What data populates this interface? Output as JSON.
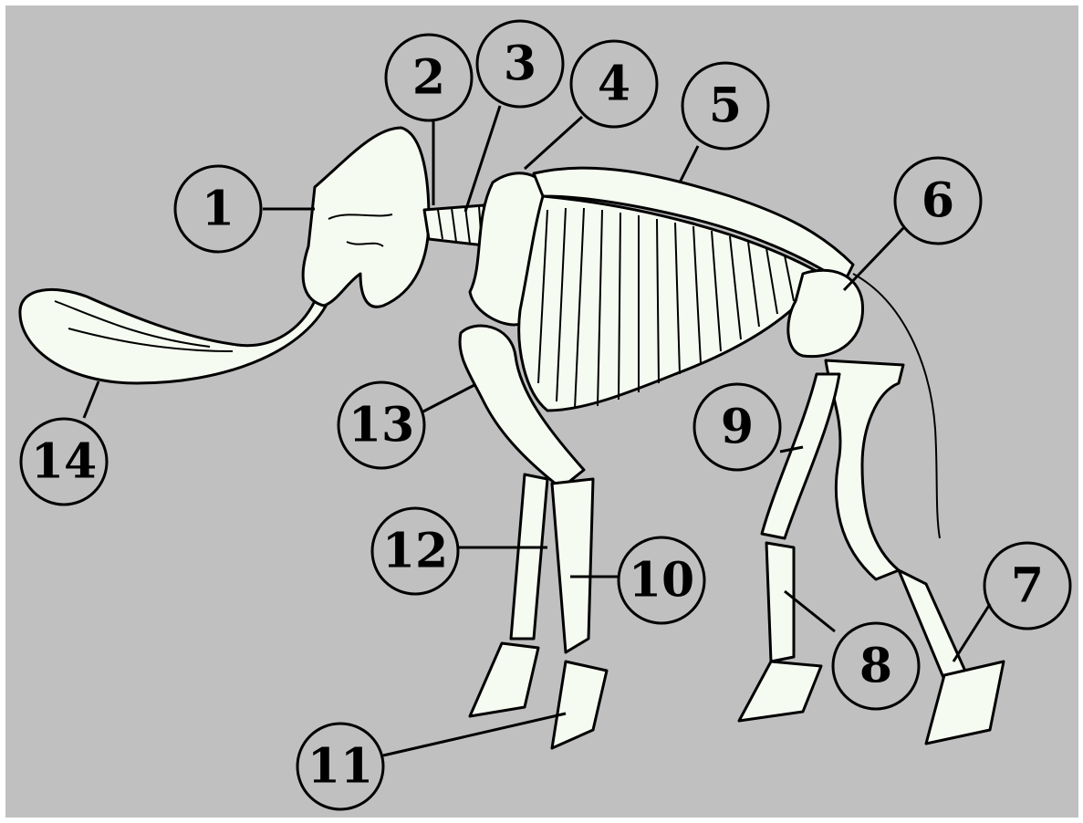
{
  "diagram": {
    "background_color": "#c0c0c0",
    "bone_color": "#f6fbf1",
    "outline_color": "#000000",
    "callouts": [
      {
        "id": 1,
        "label": "1"
      },
      {
        "id": 2,
        "label": "2"
      },
      {
        "id": 3,
        "label": "3"
      },
      {
        "id": 4,
        "label": "4"
      },
      {
        "id": 5,
        "label": "5"
      },
      {
        "id": 6,
        "label": "6"
      },
      {
        "id": 7,
        "label": "7"
      },
      {
        "id": 8,
        "label": "8"
      },
      {
        "id": 9,
        "label": "9"
      },
      {
        "id": 10,
        "label": "10"
      },
      {
        "id": 11,
        "label": "11"
      },
      {
        "id": 12,
        "label": "12"
      },
      {
        "id": 13,
        "label": "13"
      },
      {
        "id": 14,
        "label": "14"
      }
    ]
  }
}
